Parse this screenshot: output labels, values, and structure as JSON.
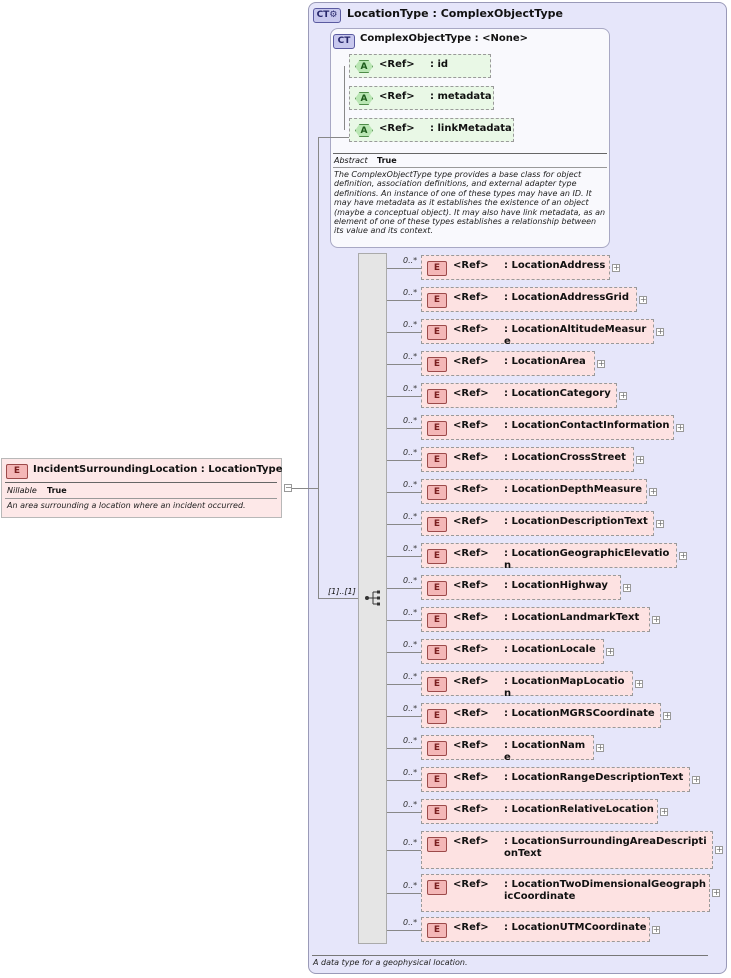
{
  "complex_type": {
    "badge": "CT",
    "name": "LocationType",
    "type": ": ComplexObjectType",
    "documentation": "A data type for a geophysical location."
  },
  "base_type": {
    "badge": "CT",
    "name": "ComplexObjectType",
    "type": ": <None>",
    "attributes": [
      {
        "badge": "A",
        "ref": "<Ref>",
        "name": ": id"
      },
      {
        "badge": "A",
        "ref": "<Ref>",
        "name": ": metadata"
      },
      {
        "badge": "A",
        "ref": "<Ref>",
        "name": ": linkMetadata"
      }
    ],
    "abstract_label": "Abstract",
    "abstract_value": "True",
    "documentation": "The ComplexObjectType type provides a base class for object definition, association definitions, and external adapter type definitions. An instance of one of these types may have an ID. It may have metadata as it establishes the existence of an object (maybe a conceptual object). It may also have link metadata, as an element of one of these types establishes a relationship between its value and its context."
  },
  "root_element": {
    "badge": "E",
    "name": "IncidentSurroundingLocation",
    "type": ": LocationType",
    "nillable_label": "Nillable",
    "nillable_value": "True",
    "documentation": "An area surrounding a location where an incident occurred.",
    "collapse_symbol": "−"
  },
  "sequence": {
    "multiplicity": "[1]..[1]",
    "elements": [
      {
        "badge": "E",
        "mult": "0..*",
        "ref": "<Ref>",
        "name": ": LocationAddress"
      },
      {
        "badge": "E",
        "mult": "0..*",
        "ref": "<Ref>",
        "name": ": LocationAddressGrid"
      },
      {
        "badge": "E",
        "mult": "0..*",
        "ref": "<Ref>",
        "name": ": LocationAltitudeMeasure"
      },
      {
        "badge": "E",
        "mult": "0..*",
        "ref": "<Ref>",
        "name": ": LocationArea"
      },
      {
        "badge": "E",
        "mult": "0..*",
        "ref": "<Ref>",
        "name": ": LocationCategory"
      },
      {
        "badge": "E",
        "mult": "0..*",
        "ref": "<Ref>",
        "name": ": LocationContactInformation"
      },
      {
        "badge": "E",
        "mult": "0..*",
        "ref": "<Ref>",
        "name": ": LocationCrossStreet"
      },
      {
        "badge": "E",
        "mult": "0..*",
        "ref": "<Ref>",
        "name": ": LocationDepthMeasure"
      },
      {
        "badge": "E",
        "mult": "0..*",
        "ref": "<Ref>",
        "name": ": LocationDescriptionText"
      },
      {
        "badge": "E",
        "mult": "0..*",
        "ref": "<Ref>",
        "name": ": LocationGeographicElevation"
      },
      {
        "badge": "E",
        "mult": "0..*",
        "ref": "<Ref>",
        "name": ": LocationHighway"
      },
      {
        "badge": "E",
        "mult": "0..*",
        "ref": "<Ref>",
        "name": ": LocationLandmarkText"
      },
      {
        "badge": "E",
        "mult": "0..*",
        "ref": "<Ref>",
        "name": ": LocationLocale"
      },
      {
        "badge": "E",
        "mult": "0..*",
        "ref": "<Ref>",
        "name": ": LocationMapLocation"
      },
      {
        "badge": "E",
        "mult": "0..*",
        "ref": "<Ref>",
        "name": ": LocationMGRSCoordinate"
      },
      {
        "badge": "E",
        "mult": "0..*",
        "ref": "<Ref>",
        "name": ": LocationName"
      },
      {
        "badge": "E",
        "mult": "0..*",
        "ref": "<Ref>",
        "name": ": LocationRangeDescriptionText"
      },
      {
        "badge": "E",
        "mult": "0..*",
        "ref": "<Ref>",
        "name": ": LocationRelativeLocation"
      },
      {
        "badge": "E",
        "mult": "0..*",
        "ref": "<Ref>",
        "name": ": LocationSurroundingAreaDescriptionText"
      },
      {
        "badge": "E",
        "mult": "0..*",
        "ref": "<Ref>",
        "name": ": LocationTwoDimensionalGeographicCoordinate"
      },
      {
        "badge": "E",
        "mult": "0..*",
        "ref": "<Ref>",
        "name": ": LocationUTMCoordinate"
      }
    ]
  },
  "colors": {
    "outer_panel": "#e6e6fa",
    "element_fill": "#fde2e2",
    "attribute_fill": "#e9f8e6",
    "root_fill": "#fde8e8"
  }
}
